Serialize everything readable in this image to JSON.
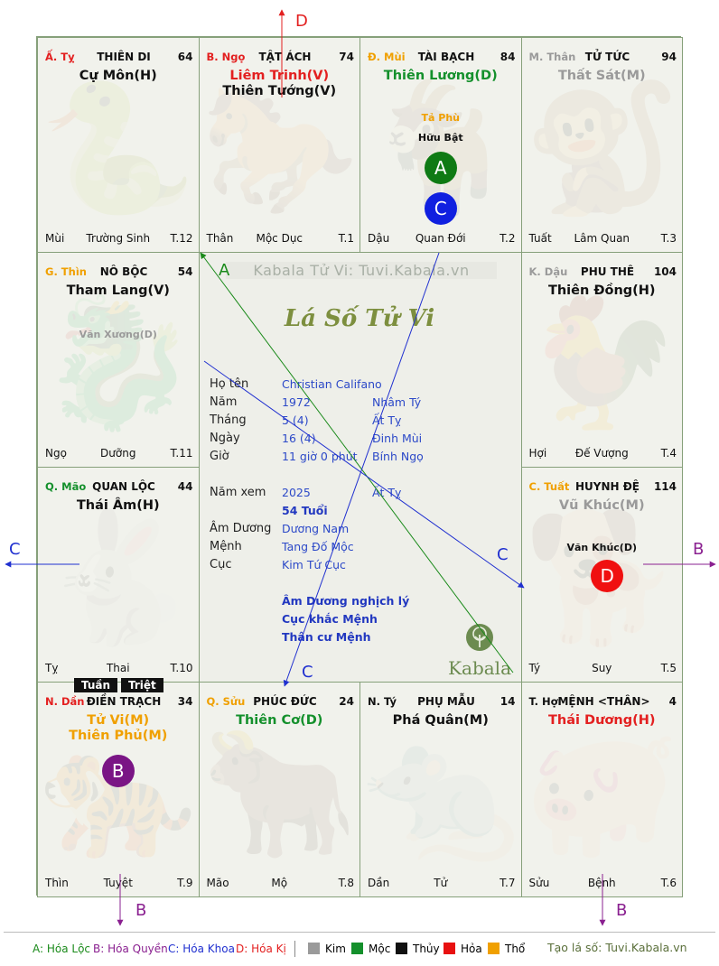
{
  "palaces": [
    {
      "id": "ty",
      "can": "Ấ. Tỵ",
      "can_color": "#e32020",
      "name": "THIÊN DI",
      "num": "64",
      "major": [
        {
          "text": "Cự Môn(H)",
          "color": "#111111"
        }
      ],
      "minors": [],
      "bottom_left": "Mùi",
      "bottom_mid": "Trường Sinh",
      "bottom_right": "T.12",
      "zodiac": "🐍"
    },
    {
      "id": "ngo",
      "can": "B. Ngọ",
      "can_color": "#e32020",
      "name": "TẬT ÁCH",
      "num": "74",
      "major": [
        {
          "text": "Liêm Trinh(V)",
          "color": "#e32020"
        },
        {
          "text": "Thiên Tướng(V)",
          "color": "#111111"
        }
      ],
      "minors": [],
      "bottom_left": "Thân",
      "bottom_mid": "Mộc Dục",
      "bottom_right": "T.1",
      "zodiac": "🐎"
    },
    {
      "id": "mui",
      "can": "Đ. Mùi",
      "can_color": "#f0a000",
      "name": "TÀI BẠCH",
      "num": "84",
      "major": [
        {
          "text": "Thiên Lương(D)",
          "color": "#14902c"
        }
      ],
      "minors": [
        {
          "text": "Tả Phù",
          "color": "#f0a000"
        },
        {
          "text": "Hữu Bật",
          "color": "#111111"
        }
      ],
      "bottom_left": "Dậu",
      "bottom_mid": "Quan Đới",
      "bottom_right": "T.2",
      "zodiac": "🐐",
      "badges": [
        {
          "label": "A",
          "color": "#0f7a14"
        },
        {
          "label": "C",
          "color": "#1020e0"
        }
      ]
    },
    {
      "id": "than",
      "can": "M. Thân",
      "can_color": "#9a9a9a",
      "name": "TỬ TỨC",
      "num": "94",
      "major": [
        {
          "text": "Thất Sát(M)",
          "color": "#9a9a9a"
        }
      ],
      "minors": [],
      "bottom_left": "Tuất",
      "bottom_mid": "Lâm Quan",
      "bottom_right": "T.3",
      "zodiac": "🐒"
    },
    {
      "id": "thin",
      "can": "G. Thìn",
      "can_color": "#f0a000",
      "name": "NÔ BỘC",
      "num": "54",
      "major": [
        {
          "text": "Tham Lang(V)",
          "color": "#111111"
        }
      ],
      "minors": [
        {
          "text": "Văn Xương(D)",
          "color": "#9a9a9a"
        }
      ],
      "bottom_left": "Ngọ",
      "bottom_mid": "Dưỡng",
      "bottom_right": "T.11",
      "zodiac": "🐉"
    },
    {
      "id": "dau",
      "can": "K. Dậu",
      "can_color": "#9a9a9a",
      "name": "PHU THÊ",
      "num": "104",
      "major": [
        {
          "text": "Thiên Đồng(H)",
          "color": "#111111"
        }
      ],
      "minors": [],
      "bottom_left": "Hợi",
      "bottom_mid": "Đế Vượng",
      "bottom_right": "T.4",
      "zodiac": "🐓"
    },
    {
      "id": "mao",
      "can": "Q. Mão",
      "can_color": "#14902c",
      "name": "QUAN LỘC",
      "num": "44",
      "major": [
        {
          "text": "Thái Âm(H)",
          "color": "#111111"
        }
      ],
      "minors": [],
      "bottom_left": "Tỵ",
      "bottom_mid": "Thai",
      "bottom_right": "T.10",
      "zodiac": "🐇"
    },
    {
      "id": "tuat",
      "can": "C. Tuất",
      "can_color": "#f0a000",
      "name": "HUYNH ĐỆ",
      "num": "114",
      "major": [
        {
          "text": "Vũ Khúc(M)",
          "color": "#9a9a9a"
        }
      ],
      "minors": [
        {
          "text": "Văn Khúc(D)",
          "color": "#111111"
        }
      ],
      "bottom_left": "Tý",
      "bottom_mid": "Suy",
      "bottom_right": "T.5",
      "zodiac": "🐕",
      "badges": [
        {
          "label": "D",
          "color": "#f01010"
        }
      ]
    },
    {
      "id": "dan",
      "can": "N. Dần",
      "can_color": "#e32020",
      "name": "ĐIỀN TRẠCH",
      "num": "34",
      "major": [
        {
          "text": "Tử Vi(M)",
          "color": "#f0a000"
        },
        {
          "text": "Thiên Phủ(M)",
          "color": "#f0a000"
        }
      ],
      "minors": [],
      "bottom_left": "Thìn",
      "bottom_mid": "Tuyệt",
      "bottom_right": "T.9",
      "zodiac": "🐅",
      "badges": [
        {
          "label": "B",
          "color": "#7a1585"
        }
      ]
    },
    {
      "id": "suu",
      "can": "Q. Sửu",
      "can_color": "#f0a000",
      "name": "PHÚC ĐỨC",
      "num": "24",
      "major": [
        {
          "text": "Thiên Cơ(D)",
          "color": "#14902c"
        }
      ],
      "minors": [],
      "bottom_left": "Mão",
      "bottom_mid": "Mộ",
      "bottom_right": "T.8",
      "zodiac": "🐂"
    },
    {
      "id": "tyrat",
      "can": "N. Tý",
      "can_color": "#111111",
      "name": "PHỤ MẪU",
      "num": "14",
      "major": [
        {
          "text": "Phá Quân(M)",
          "color": "#111111"
        }
      ],
      "minors": [],
      "bottom_left": "Dần",
      "bottom_mid": "Tử",
      "bottom_right": "T.7",
      "zodiac": "🐀"
    },
    {
      "id": "hoi",
      "can": "T. Hợi",
      "can_color": "#111111",
      "name": "MỆNH <THÂN>",
      "num": "4",
      "major": [
        {
          "text": "Thái Dương(H)",
          "color": "#e32020"
        }
      ],
      "minors": [],
      "bottom_left": "Sửu",
      "bottom_mid": "Bệnh",
      "bottom_right": "T.6",
      "zodiac": "🐖"
    }
  ],
  "tuan_triet": {
    "tuan": "Tuần",
    "triet": "Triệt"
  },
  "center": {
    "watermark": "Kabala Tử Vi: Tuvi.Kabala.vn",
    "title": "Lá Số Tử Vi",
    "ho_ten_label": "Họ tên",
    "ho_ten": "Christian Califano",
    "nam_label": "Năm",
    "nam": "1972",
    "nam_can": "Nhâm Tý",
    "thang_label": "Tháng",
    "thang": "5  (4)",
    "thang_can": "Ất Tỵ",
    "ngay_label": "Ngày",
    "ngay": "16  (4)",
    "ngay_can": "Đinh Mùi",
    "gio_label": "Giờ",
    "gio": "11 giờ 0 phút",
    "gio_can": "Bính Ngọ",
    "namxem_label": "Năm xem",
    "namxem": "2025",
    "namxem_can": "Ất Tỵ",
    "tuoi": "54 Tuổi",
    "amduong_label": "Âm Dương",
    "amduong": "Dương Nam",
    "menh_label": "Mệnh",
    "menh": "Tang Đố Mộc",
    "cuc_label": "Cục",
    "cuc": "Kim Tứ Cục",
    "note1": "Âm Dương nghịch lý",
    "note2": "Cục khắc Mệnh",
    "note3": "Thân cư Mệnh",
    "brand": "Kabala"
  },
  "arrows": {
    "top": "D",
    "left": "C",
    "right": "B",
    "bottom_left": "B",
    "bottom_right": "B",
    "line_a": "A",
    "line_c1": "C",
    "line_c2": "C"
  },
  "legend": {
    "hoa_loc": "A: Hóa Lộc",
    "hoa_quyen": "B: Hóa Quyền",
    "hoa_khoa": "C: Hóa Khoa",
    "hoa_ki": "D: Hóa Kị",
    "kim": "Kim",
    "moc": "Mộc",
    "thuy": "Thủy",
    "hoa": "Hỏa",
    "tho": "Thổ",
    "source": "Tạo lá số: Tuvi.Kabala.vn",
    "colors": {
      "kim": "#9a9a9a",
      "moc": "#14902c",
      "thuy": "#111111",
      "hoa": "#e81010",
      "tho": "#f0a000"
    }
  }
}
